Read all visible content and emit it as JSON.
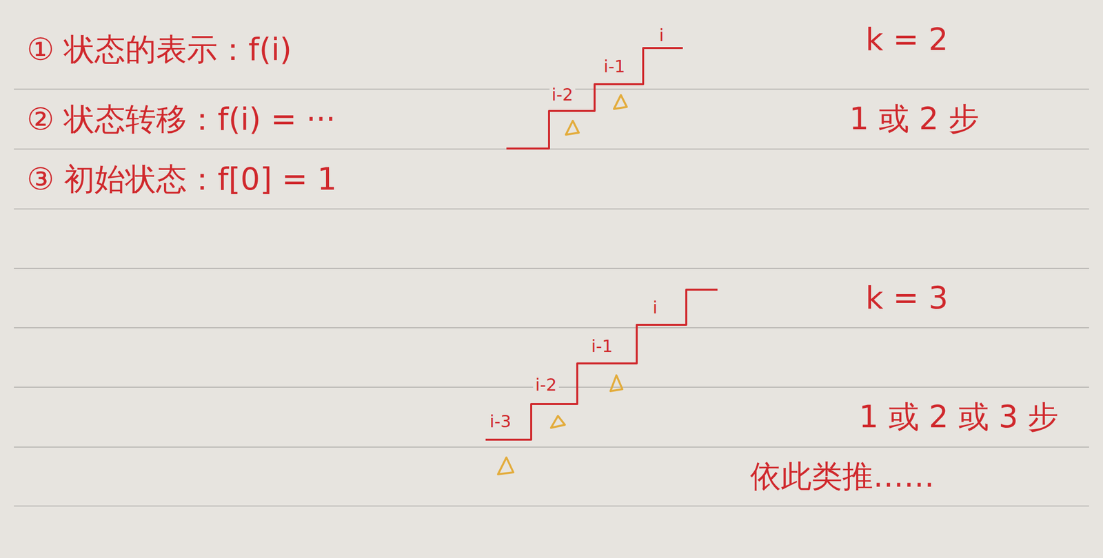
{
  "diagram": {
    "labels": [
      "① 状态的表示：f(i)",
      "② 状态转移：f(i) = ···",
      "③ 初始状态：f[0] = 1",
      "i-2",
      "i-1",
      "i",
      "i-3",
      "i-2",
      "i-1",
      "i",
      "k = 2",
      "1 或 2 步",
      "k = 3",
      "1 或 2 或 3 步",
      "依此类推……"
    ]
  }
}
